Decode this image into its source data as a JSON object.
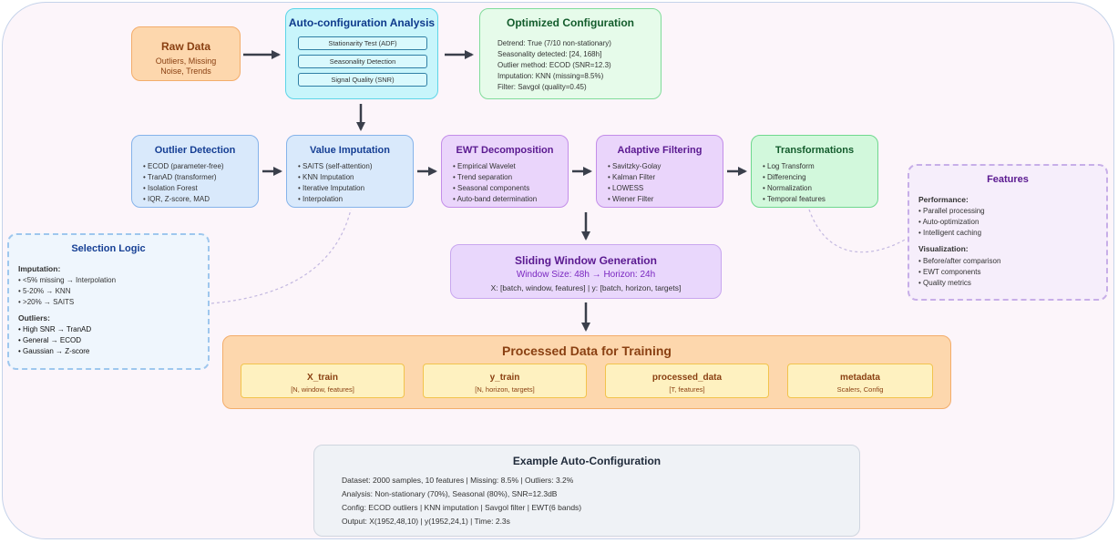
{
  "raw": {
    "title": "Raw Data",
    "lines": [
      "Outliers, Missing",
      "Noise, Trends"
    ]
  },
  "auto": {
    "title": "Auto-configuration Analysis",
    "buttons": [
      "Stationarity Test (ADF)",
      "Seasonality Detection",
      "Signal Quality (SNR)"
    ]
  },
  "optimized": {
    "title": "Optimized Configuration",
    "lines": [
      "Detrend: True (7/10 non-stationary)",
      "Seasonality detected: [24, 168h]",
      "Outlier method: ECOD (SNR=12.3)",
      "Imputation: KNN (missing=8.5%)",
      "Filter: Savgol (quality=0.45)"
    ]
  },
  "outlier": {
    "title": "Outlier Detection",
    "items": [
      "• ECOD (parameter-free)",
      "• TranAD (transformer)",
      "• Isolation Forest",
      "• IQR, Z-score, MAD"
    ]
  },
  "imputation": {
    "title": "Value Imputation",
    "items": [
      "• SAITS (self-attention)",
      "• KNN Imputation",
      "• Iterative Imputation",
      "• Interpolation"
    ]
  },
  "ewt": {
    "title": "EWT Decomposition",
    "items": [
      "• Empirical Wavelet",
      "• Trend separation",
      "• Seasonal components",
      "• Auto-band determination"
    ]
  },
  "filtering": {
    "title": "Adaptive Filtering",
    "items": [
      "• Savitzky-Golay",
      "• Kalman Filter",
      "• LOWESS",
      "• Wiener Filter"
    ]
  },
  "transform": {
    "title": "Transformations",
    "items": [
      "• Log Transform",
      "• Differencing",
      "• Normalization",
      "• Temporal features"
    ]
  },
  "features": {
    "title": "Features",
    "perf_heading": "Performance:",
    "perf_items": [
      "• Parallel processing",
      "• Auto-optimization",
      "• Intelligent caching"
    ],
    "vis_heading": "Visualization:",
    "vis_items": [
      "• Before/after comparison",
      "• EWT components",
      "• Quality metrics"
    ]
  },
  "selection": {
    "title": "Selection Logic",
    "imp_heading": "Imputation:",
    "imp_items": [
      "• <5% missing → Interpolation",
      "• 5-20% → KNN",
      "• >20% → SAITS"
    ],
    "out_heading": "Outliers:",
    "out_items": [
      "• High SNR → TranAD",
      "• General → ECOD",
      "• Gaussian → Z-score"
    ]
  },
  "sliding": {
    "title": "Sliding Window Generation",
    "subtitle": "Window Size: 48h → Horizon: 24h",
    "shape": "X: [batch, window, features] | y: [batch, horizon, targets]"
  },
  "processed": {
    "title": "Processed Data for Training",
    "cards": [
      {
        "name": "X_train",
        "desc": "[N, window, features]"
      },
      {
        "name": "y_train",
        "desc": "[N, horizon, targets]"
      },
      {
        "name": "processed_data",
        "desc": "[T, features]"
      },
      {
        "name": "metadata",
        "desc": "Scalers, Config"
      }
    ]
  },
  "example": {
    "title": "Example Auto-Configuration",
    "lines": [
      "Dataset: 2000 samples, 10 features | Missing: 8.5% | Outliers: 3.2%",
      "Analysis: Non-stationary (70%), Seasonal (80%), SNR=12.3dB",
      "Config: ECOD outliers | KNN imputation | Savgol filter | EWT(6 bands)",
      "Output: X(1952,48,10) | y(1952,24,1) | Time: 2.3s"
    ]
  }
}
